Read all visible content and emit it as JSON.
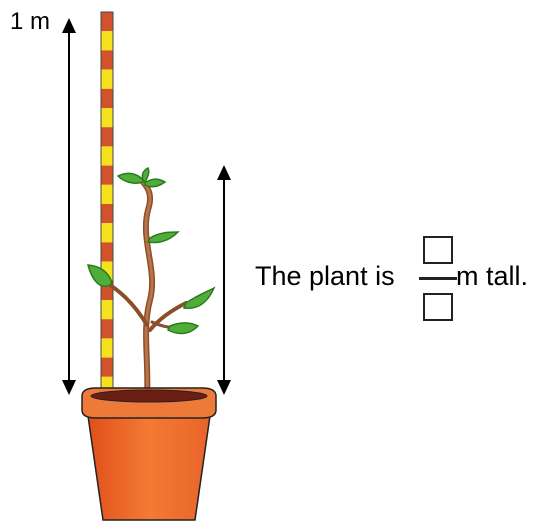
{
  "scale": {
    "label": "1 m",
    "reference_height_m": 1
  },
  "question": {
    "before_text": "The plant is",
    "after_text": "m tall.",
    "numerator": "",
    "denominator": ""
  },
  "colors": {
    "stick_red": "#d2532b",
    "stick_yellow": "#f6e21c",
    "pot_orange": "#f06a23",
    "pot_rim": "#ee7a3a",
    "soil": "#6b1f14",
    "stem": "#a4633a",
    "leaf": "#4fae3a",
    "arrow": "#000000"
  },
  "icons": {
    "pot": "flower-pot-icon",
    "plant": "plant-icon",
    "stick": "measuring-stick-icon"
  }
}
